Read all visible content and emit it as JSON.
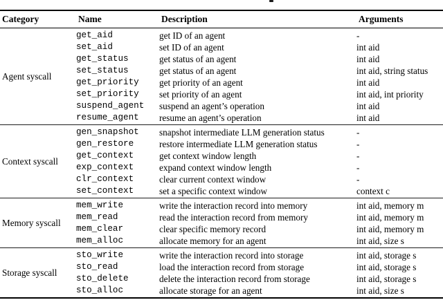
{
  "table": {
    "columns": [
      "Category",
      "Name",
      "Description",
      "Arguments"
    ],
    "sections": [
      {
        "category": "Agent syscall",
        "rows": [
          {
            "name": "get_aid",
            "description": "get ID of an agent",
            "arguments": "-"
          },
          {
            "name": "set_aid",
            "description": "set ID of an agent",
            "arguments": "int aid"
          },
          {
            "name": "get_status",
            "description": "get status of an agent",
            "arguments": "int aid"
          },
          {
            "name": "set_status",
            "description": "get status of an agent",
            "arguments": "int aid, string status"
          },
          {
            "name": "get_priority",
            "description": "get priority of an agent",
            "arguments": "int aid"
          },
          {
            "name": "set_priority",
            "description": "set priority of an agent",
            "arguments": "int aid, int priority"
          },
          {
            "name": "suspend_agent",
            "description": "suspend an agent’s operation",
            "arguments": "int aid"
          },
          {
            "name": "resume_agent",
            "description": "resume an agent’s operation",
            "arguments": "int aid"
          }
        ]
      },
      {
        "category": "Context syscall",
        "rows": [
          {
            "name": "gen_snapshot",
            "description": "snapshot intermediate LLM generation status",
            "arguments": "-"
          },
          {
            "name": "gen_restore",
            "description": "restore intermediate LLM generation status",
            "arguments": "-"
          },
          {
            "name": "get_context",
            "description": "get context window length",
            "arguments": "-"
          },
          {
            "name": "exp_context",
            "description": "expand context window length",
            "arguments": "-"
          },
          {
            "name": "clr_context",
            "description": "clear current context window",
            "arguments": "-"
          },
          {
            "name": "set_context",
            "description": "set a specific context window",
            "arguments": "context c"
          }
        ]
      },
      {
        "category": "Memory syscall",
        "rows": [
          {
            "name": "mem_write",
            "description": "write the interaction record into memory",
            "arguments": "int aid, memory m"
          },
          {
            "name": "mem_read",
            "description": "read the interaction record from memory",
            "arguments": "int aid, memory m"
          },
          {
            "name": "mem_clear",
            "description": "clear specific memory record",
            "arguments": "int aid, memory m"
          },
          {
            "name": "mem_alloc",
            "description": "allocate memory for an agent",
            "arguments": "int aid, size s"
          }
        ]
      },
      {
        "category": "Storage syscall",
        "rows": [
          {
            "name": "sto_write",
            "description": "write the interaction record into storage",
            "arguments": "int aid, storage s"
          },
          {
            "name": "sto_read",
            "description": "load the interaction record from storage",
            "arguments": "int aid, storage s"
          },
          {
            "name": "sto_delete",
            "description": "delete the interaction record from storage",
            "arguments": "int aid, storage s"
          },
          {
            "name": "sto_alloc",
            "description": "allocate storage for an agent",
            "arguments": "int aid, size s"
          }
        ]
      }
    ]
  }
}
